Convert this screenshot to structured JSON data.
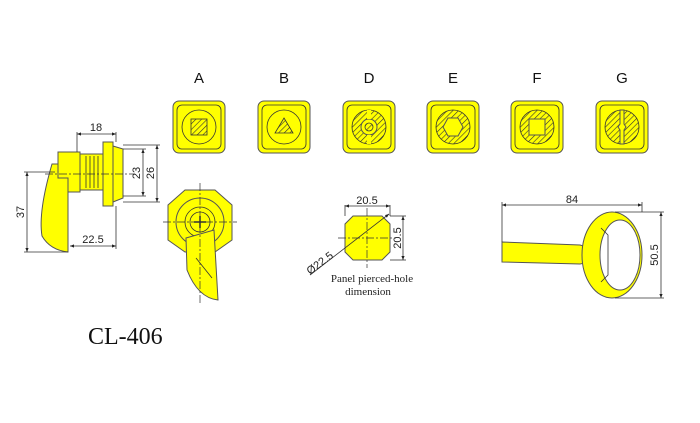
{
  "variants": [
    {
      "label": "A",
      "icon": "square-key-icon"
    },
    {
      "label": "B",
      "icon": "triangle-key-icon"
    },
    {
      "label": "D",
      "icon": "round-key-icon"
    },
    {
      "label": "E",
      "icon": "hexagon-key-icon"
    },
    {
      "label": "F",
      "icon": "square-hole-icon"
    },
    {
      "label": "G",
      "icon": "slot-key-icon"
    }
  ],
  "side_view": {
    "dim_length": "18",
    "dim_thread": "23",
    "dim_flange": "26",
    "dim_height": "37",
    "dim_reach": "22.5"
  },
  "panel_hole": {
    "dim_width": "20.5",
    "dim_height": "20.5",
    "dim_diameter": "Ø22.5",
    "caption_line1": "Panel pierced-hole",
    "caption_line2": "dimension"
  },
  "key": {
    "dim_length": "84",
    "dim_height": "50.5"
  },
  "model": "CL-406",
  "colors": {
    "part": "#ffff00",
    "line": "#333333"
  }
}
